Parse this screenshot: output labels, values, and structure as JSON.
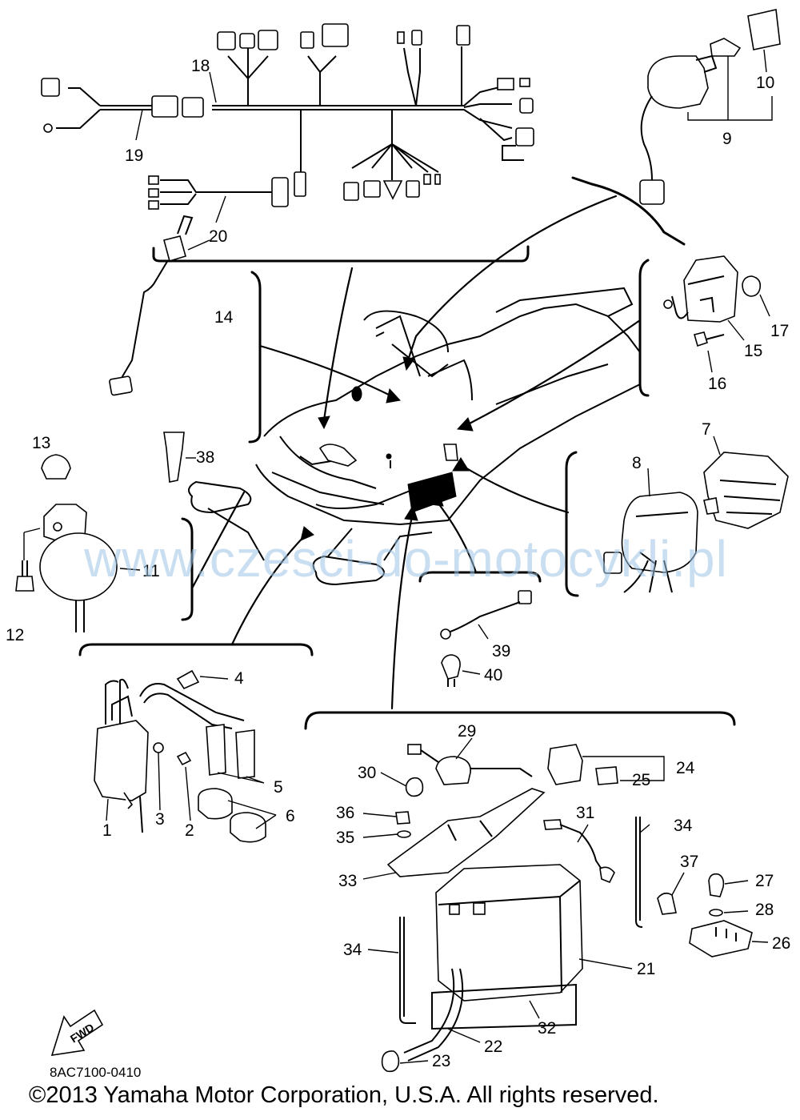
{
  "watermark": "www.czesci-do-motocykli.pl",
  "diagram_code": "8AC7100-0410",
  "copyright": "©2013 Yamaha Motor Corporation, U.S.A. All rights reserved.",
  "fwd_label": "FWD",
  "callouts": [
    "1",
    "2",
    "3",
    "4",
    "5",
    "6",
    "7",
    "8",
    "9",
    "10",
    "11",
    "12",
    "13",
    "14",
    "15",
    "16",
    "17",
    "18",
    "19",
    "20",
    "21",
    "22",
    "23",
    "24",
    "25",
    "26",
    "27",
    "28",
    "29",
    "30",
    "31",
    "32",
    "33",
    "34",
    "35",
    "36",
    "37",
    "38",
    "39",
    "40"
  ]
}
